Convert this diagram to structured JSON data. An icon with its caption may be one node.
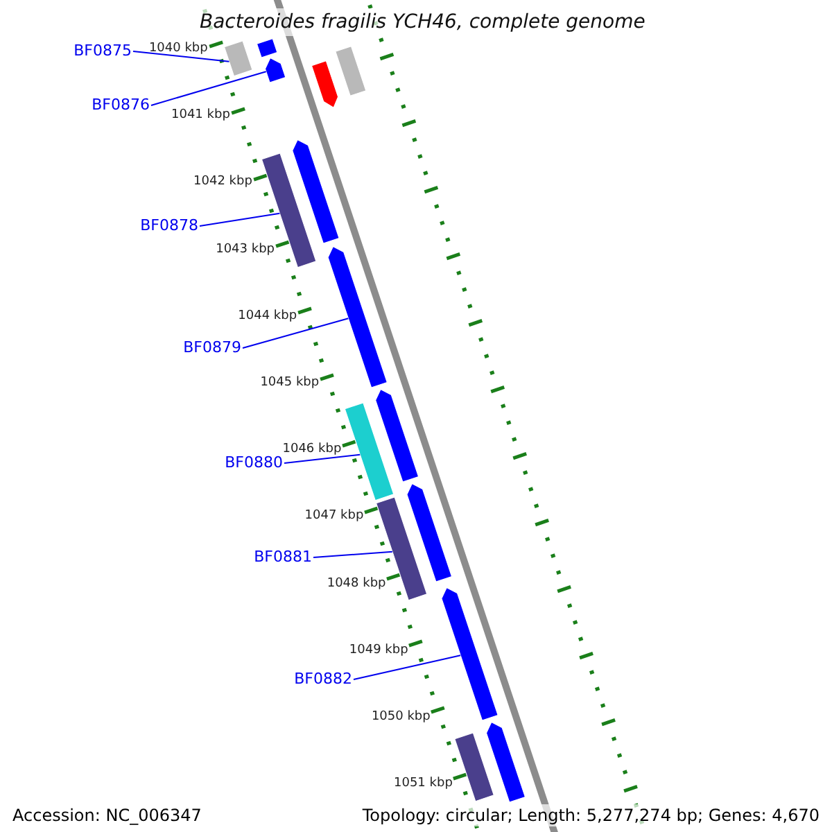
{
  "diagram": {
    "title": "Bacteroides fragilis YCH46, complete genome",
    "nodes": [
      {
        "text": [
          "BF0875"
        ]
      },
      {
        "text": [
          "BF0876"
        ]
      },
      {
        "text": [
          "BF0878"
        ]
      },
      {
        "text": [
          "BF0879"
        ]
      },
      {
        "text": [
          "BF0880"
        ]
      },
      {
        "text": [
          "BF0881"
        ]
      },
      {
        "text": [
          "BF0882"
        ]
      },
      {
        "text": [],
        "shape": "bar"
      },
      {
        "text": [],
        "shape": "bar"
      },
      {
        "text": [],
        "shape": "bar"
      },
      {
        "text": [],
        "shape": "bar"
      },
      {
        "text": [],
        "shape": "bar"
      },
      {
        "text": [],
        "shape": "bar"
      },
      {
        "text": [],
        "shape": "bar"
      },
      {
        "text": [],
        "shape": "bar"
      },
      {
        "text": [],
        "shape": "bar"
      },
      {
        "text": [],
        "shape": "bar"
      },
      {
        "text": [],
        "shape": "bar"
      },
      {
        "text": [],
        "shape": "bar"
      },
      {
        "text": [],
        "shape": "bar"
      },
      {
        "text": [],
        "shape": "bar"
      },
      {
        "text": [],
        "shape": "bar"
      }
    ],
    "edges": [
      {
        "from": 0,
        "to": 8,
        "arrow": "none"
      },
      {
        "from": 1,
        "to": 9,
        "arrow": "none"
      },
      {
        "from": 2,
        "to": 13,
        "arrow": "none"
      },
      {
        "from": 3,
        "to": 14,
        "arrow": "none"
      },
      {
        "from": 4,
        "to": 15,
        "arrow": "none"
      },
      {
        "from": 5,
        "to": 18,
        "arrow": "none"
      },
      {
        "from": 6,
        "to": 19,
        "arrow": "none"
      }
    ],
    "labels": [
      "1040 kbp",
      "1041 kbp",
      "1042 kbp",
      "1043 kbp",
      "1044 kbp",
      "1045 kbp",
      "1046 kbp",
      "1047 kbp",
      "1048 kbp",
      "1049 kbp",
      "1050 kbp",
      "1051 kbp",
      "Accession: NC_006347",
      "Topology: circular; Length: 5,277,274 bp; Genes: 4,670"
    ]
  }
}
